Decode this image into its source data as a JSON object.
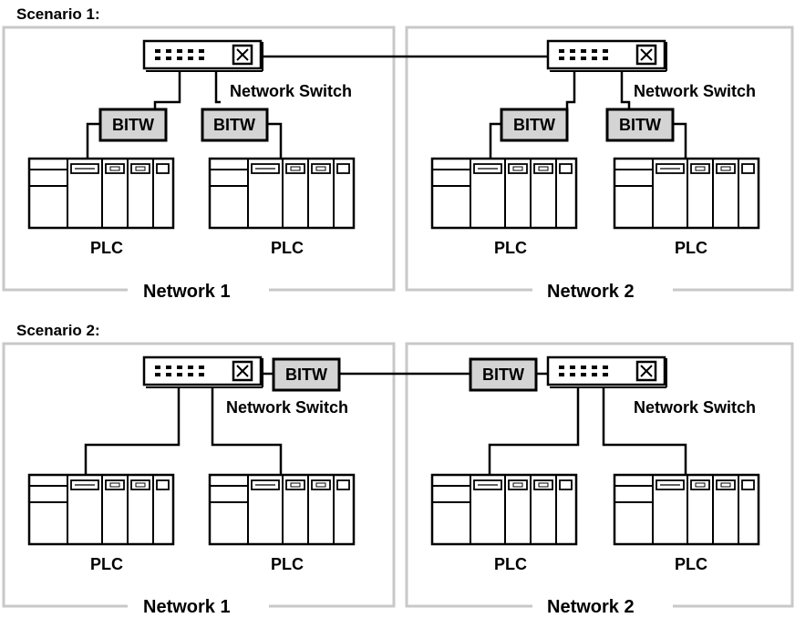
{
  "colors": {
    "frame": "#c8c8c8",
    "bitw_fill": "#d4d4d4",
    "line": "#000000"
  },
  "scenario1": {
    "title": "Scenario 1:",
    "network1": {
      "caption": "Network 1",
      "switch_label": "Network Switch",
      "bitw_left": "BITW",
      "bitw_right": "BITW",
      "plc_left": "PLC",
      "plc_right": "PLC"
    },
    "network2": {
      "caption": "Network 2",
      "switch_label": "Network Switch",
      "bitw_left": "BITW",
      "bitw_right": "BITW",
      "plc_left": "PLC",
      "plc_right": "PLC"
    }
  },
  "scenario2": {
    "title": "Scenario 2:",
    "network1": {
      "caption": "Network 1",
      "switch_label": "Network Switch",
      "bitw": "BITW",
      "plc_left": "PLC",
      "plc_right": "PLC"
    },
    "network2": {
      "caption": "Network 2",
      "switch_label": "Network Switch",
      "bitw": "BITW",
      "plc_left": "PLC",
      "plc_right": "PLC"
    }
  }
}
